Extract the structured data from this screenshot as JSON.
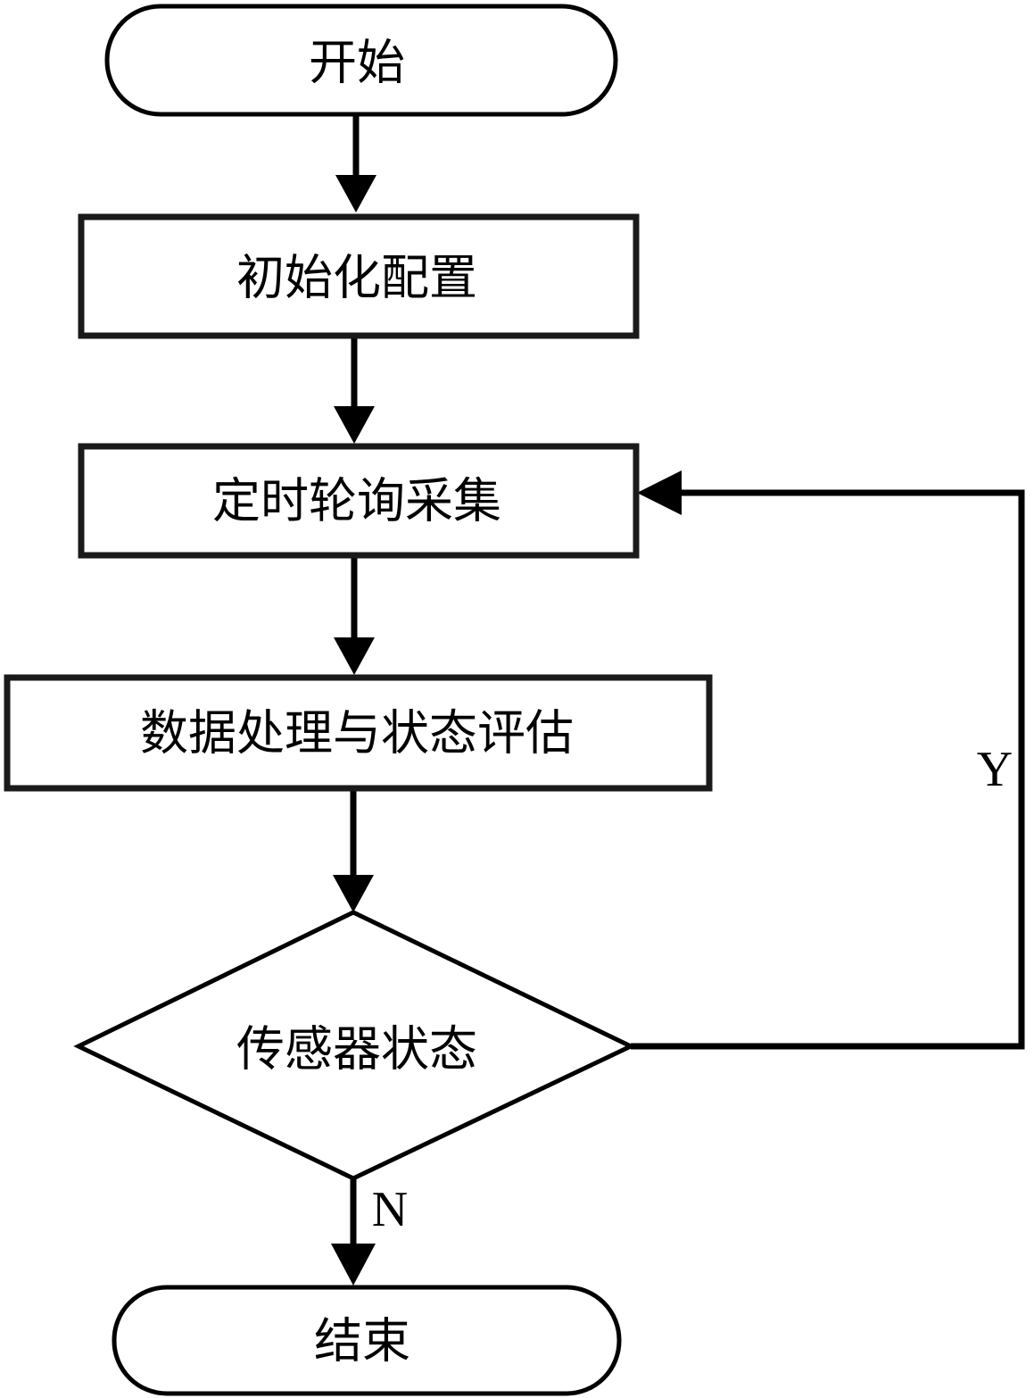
{
  "diagram": {
    "type": "flowchart",
    "title": "",
    "orientation": "top-to-bottom",
    "background_color": "#ffffff",
    "line_color": "#000000",
    "shape_fill_color": "#ffffff",
    "nodes": [
      {
        "id": "start",
        "shape": "terminator",
        "label": "开始"
      },
      {
        "id": "init",
        "shape": "process",
        "label": "初始化配置"
      },
      {
        "id": "poll",
        "shape": "process",
        "label": "定时轮询采集"
      },
      {
        "id": "process",
        "shape": "process",
        "label": "数据处理与状态评估"
      },
      {
        "id": "decision",
        "shape": "decision",
        "label": "传感器状态"
      },
      {
        "id": "end",
        "shape": "terminator",
        "label": "结束"
      }
    ],
    "edges": [
      {
        "id": "e1",
        "from": "start",
        "to": "init",
        "label": ""
      },
      {
        "id": "e2",
        "from": "init",
        "to": "poll",
        "label": ""
      },
      {
        "id": "e3",
        "from": "poll",
        "to": "process",
        "label": ""
      },
      {
        "id": "e4",
        "from": "process",
        "to": "decision",
        "label": ""
      },
      {
        "id": "e5",
        "from": "decision",
        "to": "poll",
        "label": "Y"
      },
      {
        "id": "e6",
        "from": "decision",
        "to": "end",
        "label": "N"
      }
    ]
  }
}
